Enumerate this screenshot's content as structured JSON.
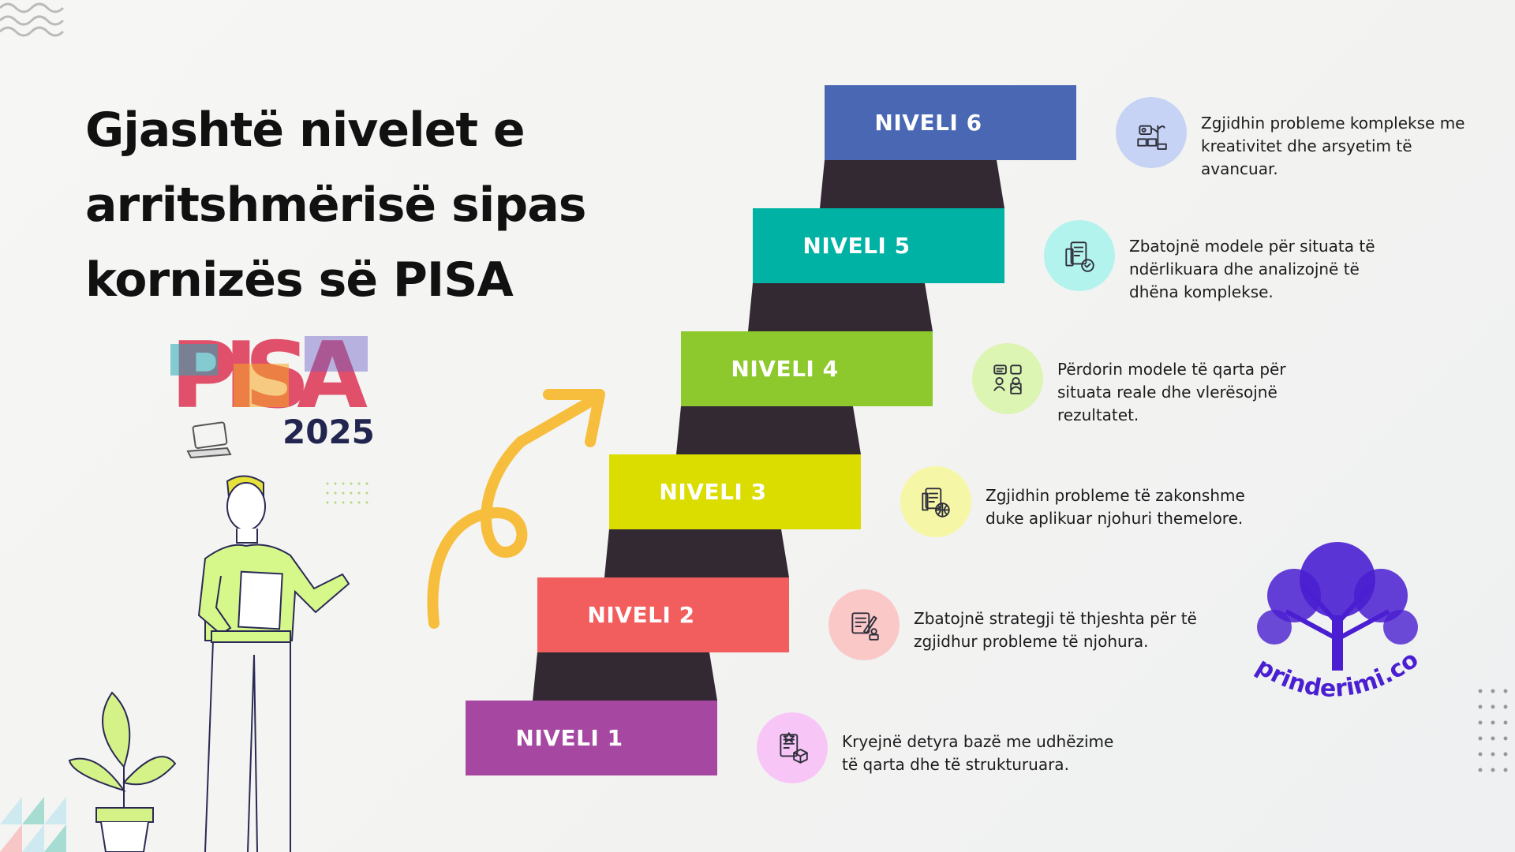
{
  "title": "Gjashtë nivelet e arritshmërisë sipas kornizës së PISA",
  "pisa_logo": {
    "word": "PISA",
    "year": "2025"
  },
  "brand_logo": {
    "text": "prinderimi.com",
    "color": "#4a1fd1"
  },
  "levels": [
    {
      "label": "NIVELI 6",
      "color": "#4a67b3",
      "icon": "teamwork-plant-icon",
      "icon_bg": "#c6d3f4",
      "lines": [
        "Zgjidhin probleme komplekse me",
        "kreativitet dhe arsyetim të",
        "avancuar."
      ]
    },
    {
      "label": "NIVELI 5",
      "color": "#00b2a3",
      "icon": "document-check-icon",
      "icon_bg": "#b3f3ee",
      "lines": [
        "Zbatojnë modele për situata të",
        "ndërlikuara dhe analizojnë të",
        "dhëna komplekse."
      ]
    },
    {
      "label": "NIVELI 4",
      "color": "#8dc92c",
      "icon": "discussion-icon",
      "icon_bg": "#dcf5b2",
      "lines": [
        "Përdorin modele të qarta për",
        "situata reale dhe vlerësojnë",
        "rezultatet."
      ]
    },
    {
      "label": "NIVELI 3",
      "color": "#dbdc00",
      "icon": "document-globe-icon",
      "icon_bg": "#f6f7a6",
      "lines": [
        "Zgjidhin probleme të zakonshme",
        "duke aplikuar njohuri themelore."
      ]
    },
    {
      "label": "NIVELI 2",
      "color": "#f25d5d",
      "icon": "writing-person-icon",
      "icon_bg": "#fbc8c8",
      "lines": [
        "Zbatojnë strategji të thjeshta për të",
        "zgjidhur probleme të njohura."
      ]
    },
    {
      "label": "NIVELI 1",
      "color": "#a648a1",
      "icon": "checklist-box-icon",
      "icon_bg": "#f8c6f6",
      "lines": [
        "Kryejnë detyra bazë me udhëzime",
        "të qarta dhe të strukturuara."
      ]
    }
  ],
  "stair_connector_color": "#322932",
  "arrow_color": "#f7bd3c"
}
